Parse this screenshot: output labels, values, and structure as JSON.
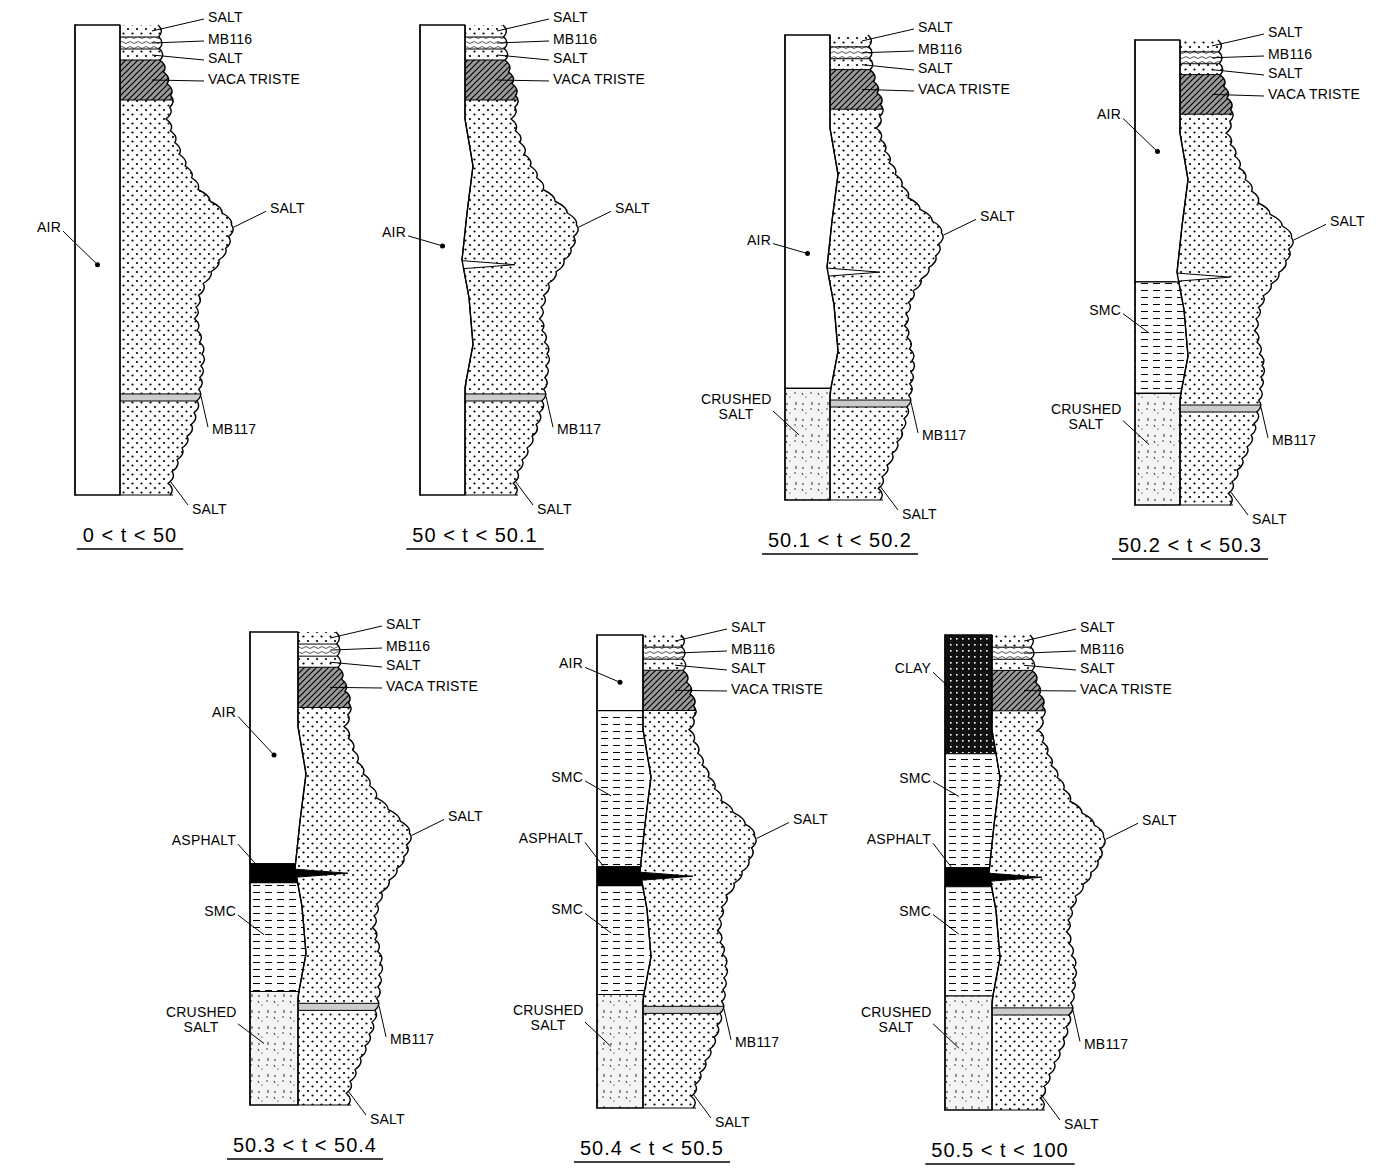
{
  "diagram": {
    "labels": [
      "SALT",
      "MB116",
      "SALT",
      "VACA TRISTE",
      "AIR",
      "SALT",
      "MB117",
      "SALT",
      "0 < t < 50",
      "SALT",
      "MB116",
      "SALT",
      "VACA TRISTE",
      "AIR",
      "SALT",
      "MB117",
      "SALT",
      "50 < t < 50.1",
      "SALT",
      "MB116",
      "SALT",
      "VACA TRISTE",
      "AIR",
      "SALT",
      "CRUSHED SALT",
      "MB117",
      "SALT",
      "50.1 < t < 50.2",
      "SALT",
      "MB116",
      "SALT",
      "VACA TRISTE",
      "AIR",
      "SALT",
      "SMC",
      "CRUSHED SALT",
      "MB117",
      "SALT",
      "50.2 < t < 50.3",
      "SALT",
      "MB116",
      "SALT",
      "VACA TRISTE",
      "AIR",
      "ASPHALT",
      "SALT",
      "SMC",
      "CRUSHED SALT",
      "MB117",
      "SALT",
      "50.3 < t < 50.4",
      "SALT",
      "MB116",
      "SALT",
      "VACA TRISTE",
      "AIR",
      "SMC",
      "ASPHALT",
      "SALT",
      "SMC",
      "CRUSHED SALT",
      "MB117",
      "SALT",
      "50.4 < t < 50.5",
      "SALT",
      "MB116",
      "SALT",
      "VACA TRISTE",
      "CLAY",
      "SMC",
      "ASPHALT",
      "SALT",
      "SMC",
      "CRUSHED SALT",
      "MB117",
      "SALT",
      "50.5 < t < 100"
    ]
  }
}
